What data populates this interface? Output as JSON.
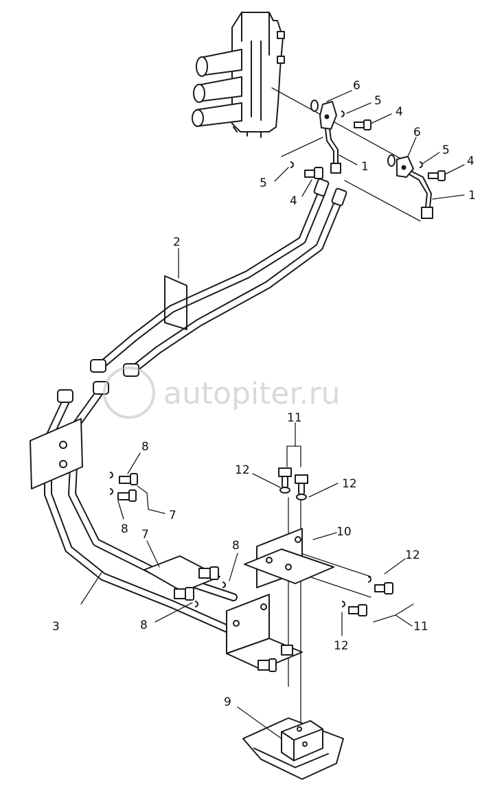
{
  "watermark": {
    "text": "autopiter.ru"
  },
  "callouts": {
    "c1a": "6",
    "c2a": "5",
    "c3a": "4",
    "c4a": "6",
    "c5a": "5",
    "c6a": "4",
    "c7a": "1",
    "c8a": "5",
    "c9a": "4",
    "c10a": "1",
    "c11": "2",
    "c12": "8",
    "c13": "7",
    "c14": "8",
    "c15": "11",
    "c16": "12",
    "c17": "12",
    "c18": "7",
    "c19": "8",
    "c20": "10",
    "c21": "12",
    "c22": "3",
    "c23": "8",
    "c24": "11",
    "c25": "12",
    "c26": "9"
  }
}
